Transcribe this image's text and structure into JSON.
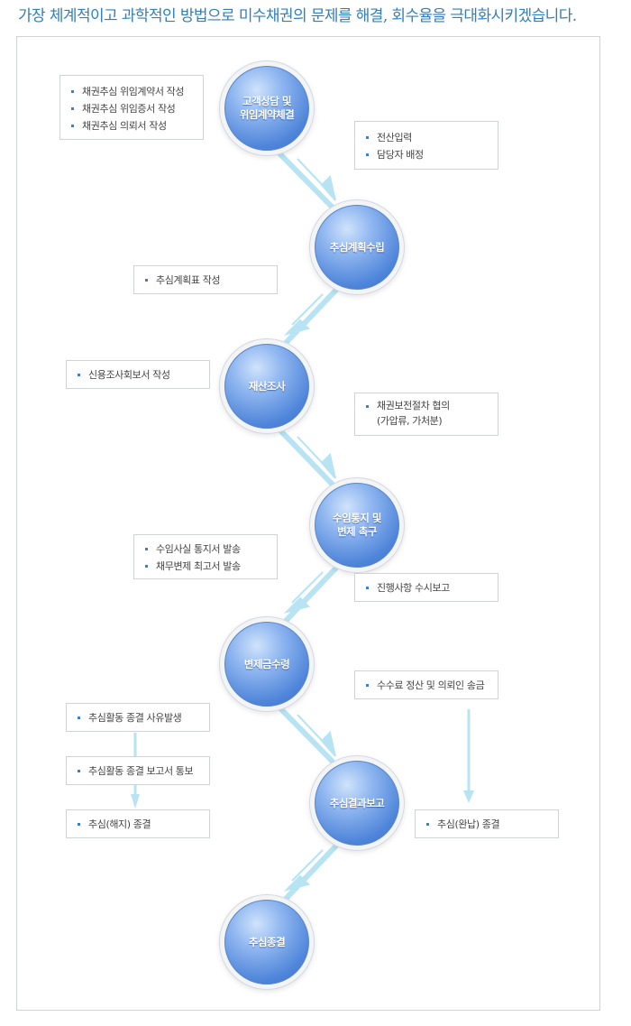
{
  "headline": "가장 체계적이고 과학적인 방법으로 미수채권의 문제를 해결, 회수율을 극대화시키겠습니다.",
  "colors": {
    "headline": "#2f7fc0",
    "circle": "#4f85da",
    "arrow": "#b7e3f3",
    "bullet": "#3f7fc9"
  },
  "steps": [
    {
      "label": "고객상담 및\n위임계약체결"
    },
    {
      "label": "추심계획수립"
    },
    {
      "label": "재산조사"
    },
    {
      "label": "수임통지 및\n변제 촉구"
    },
    {
      "label": "변제금수령"
    },
    {
      "label": "추심결과보고"
    },
    {
      "label": "추심종결"
    }
  ],
  "boxes": {
    "consult_docs": [
      "채권추심 위임계약서 작성",
      "채권추심 위임증서 작성",
      "채권추심 의뢰서 작성"
    ],
    "input_assign": [
      "전산입력",
      "담당자 배정"
    ],
    "plan_sheet": [
      "추심계획표 작성"
    ],
    "credit_report": [
      "신용조사회보서 작성"
    ],
    "preservation": [
      "채권보전절차 협의\n(가압류, 가처분)"
    ],
    "notice": [
      "수임사실 통지서 발송",
      "채무변제 최고서 발송"
    ],
    "progress_report": [
      "진행사항 수시보고"
    ],
    "fee_settlement": [
      "수수료 정산 및 의뢰인 송금"
    ],
    "terminate_reason": [
      "추심활동 종결 사유발생"
    ],
    "terminate_notice": [
      "추심활동 종결 보고서 통보"
    ],
    "cancel_end": [
      "추심(해지) 종결"
    ],
    "paid_end": [
      "추심(완납) 종결"
    ]
  }
}
